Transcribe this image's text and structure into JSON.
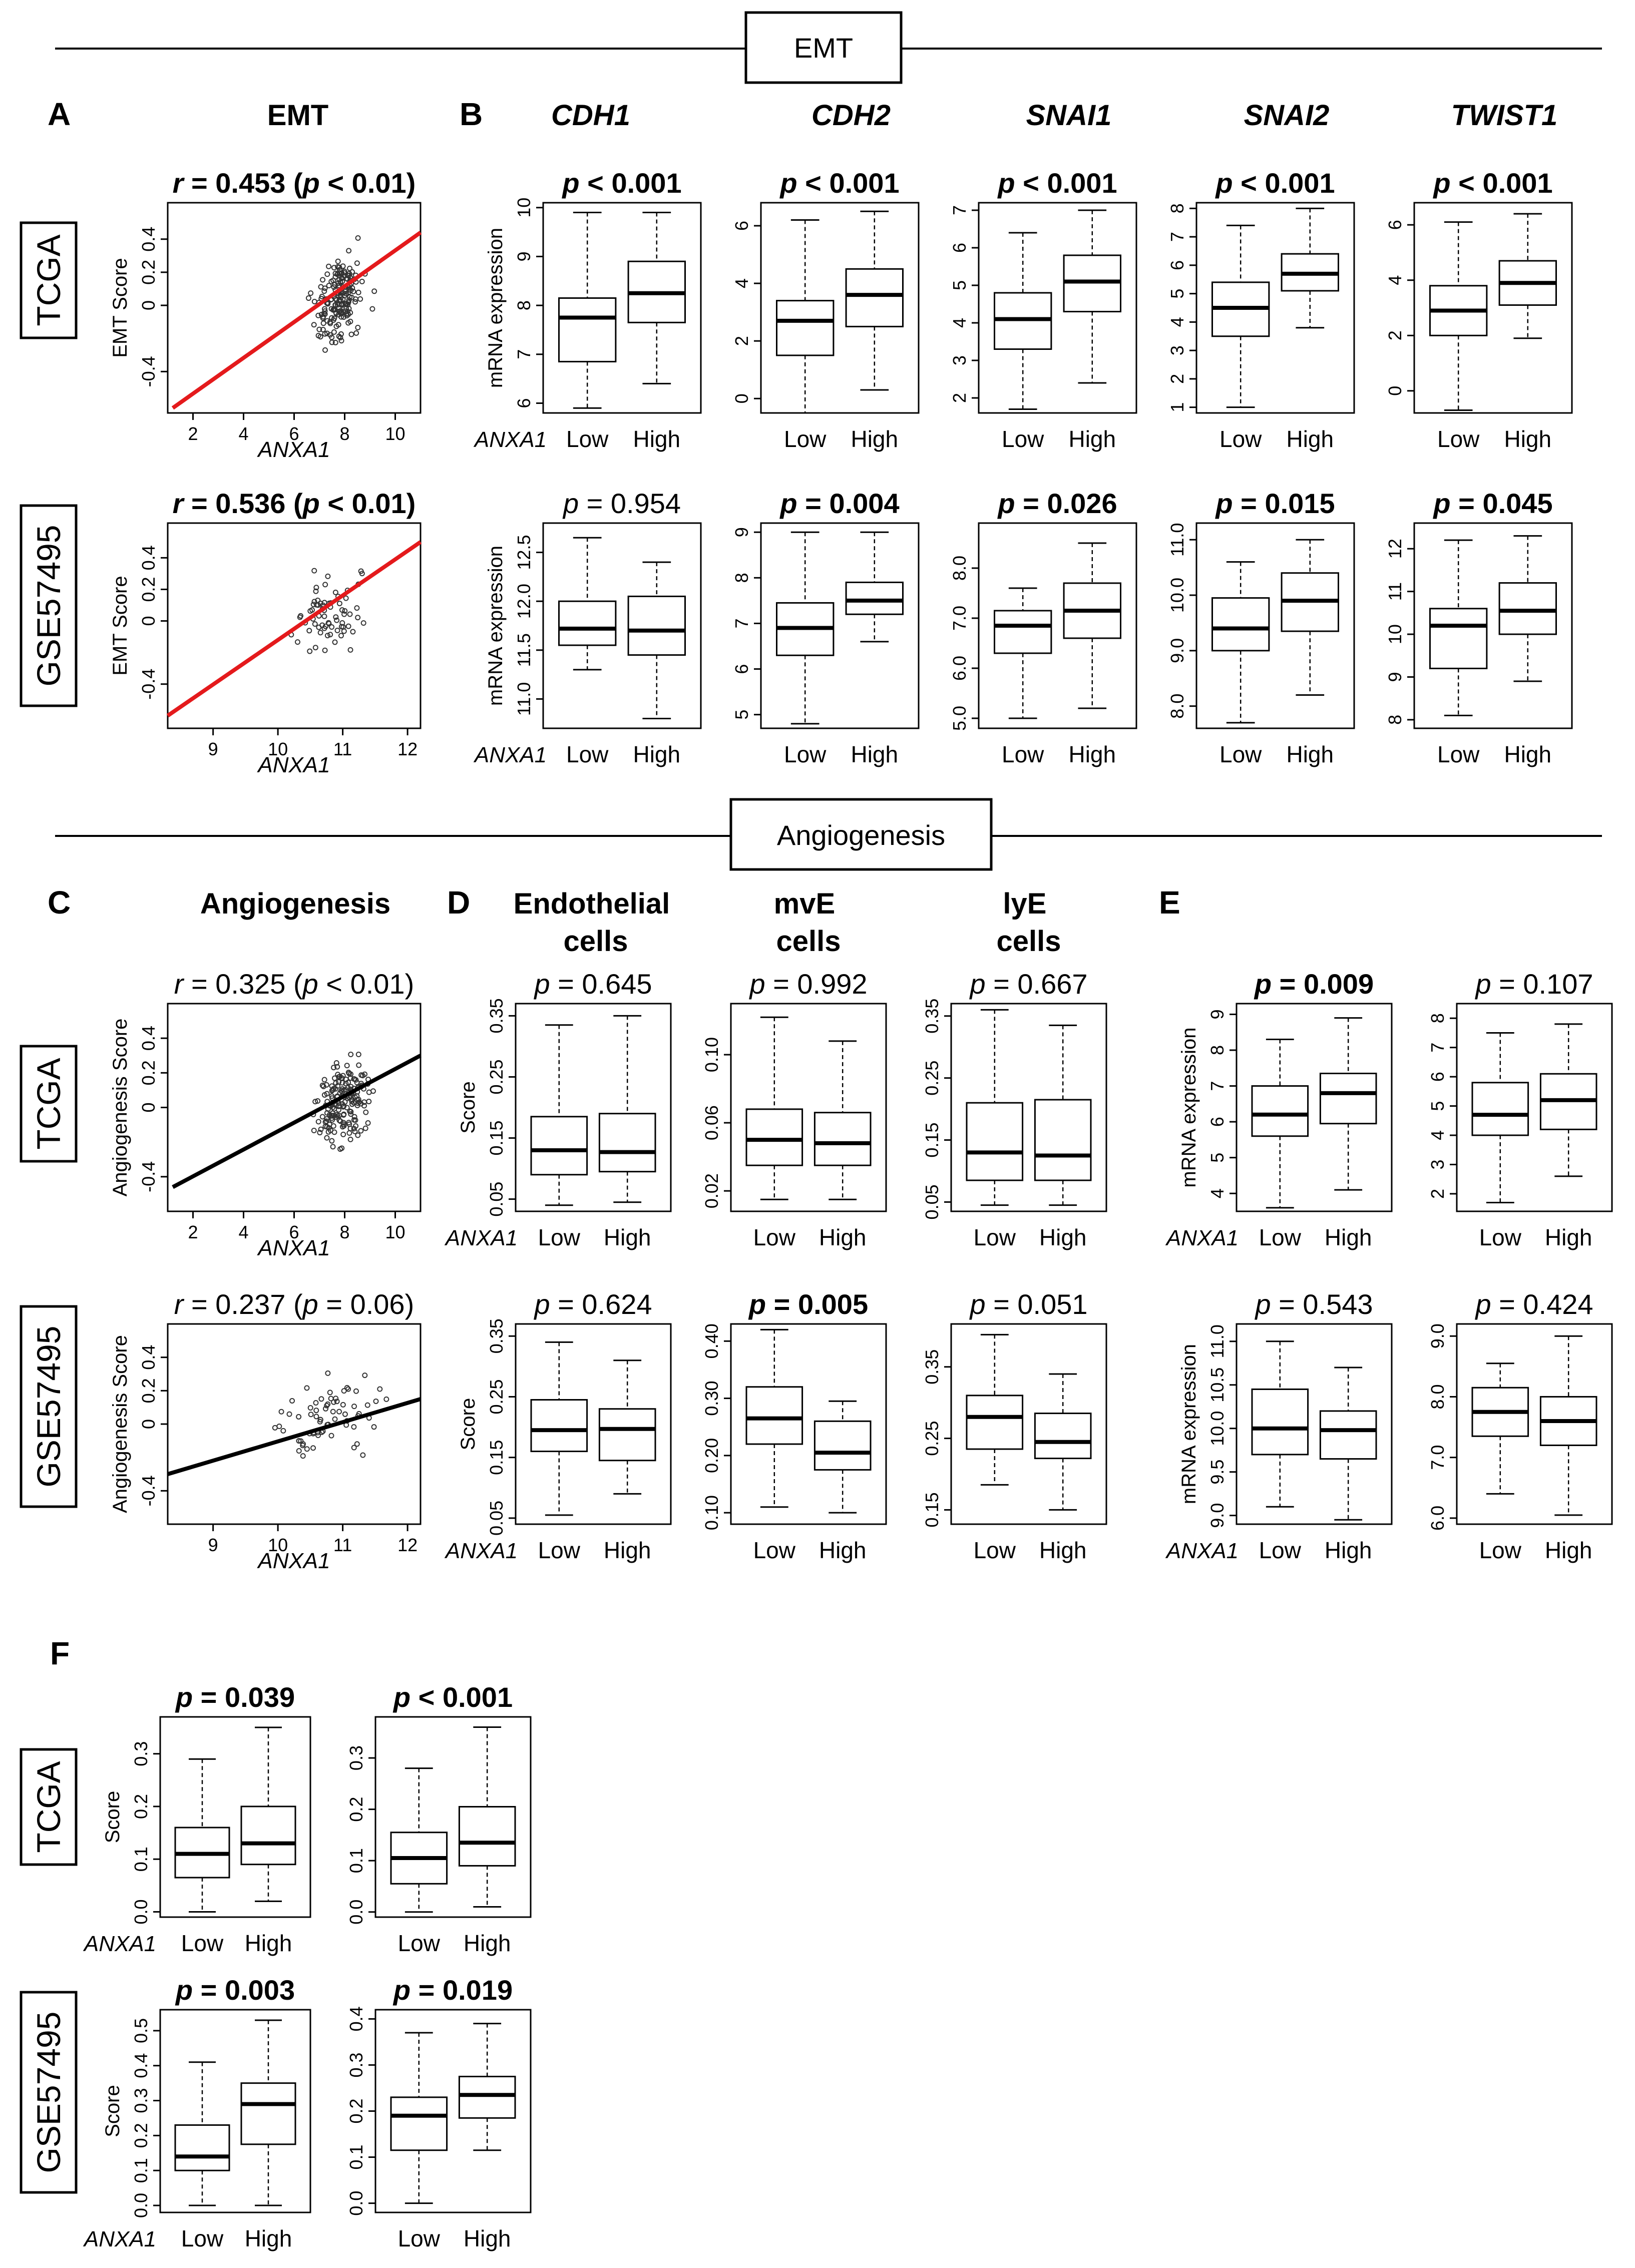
{
  "sections": {
    "emt": "EMT",
    "angiogenesis": "Angiogenesis"
  },
  "panels": {
    "A": "A",
    "B": "B",
    "C": "C",
    "D": "D",
    "E": "E",
    "F": "F"
  },
  "cohorts": {
    "tcga": "TCGA",
    "gse": "GSE57495"
  },
  "group_labels": {
    "anxa1": "ANXA1",
    "low": "Low",
    "high": "High"
  },
  "colors": {
    "emt_fit": "#e41a1c",
    "angio_fit": "#000000",
    "axis": "#000000",
    "box_fill": "#ffffff"
  },
  "chart_data": [
    {
      "id": "A-TCGA",
      "type": "scatter",
      "panel": "A",
      "title": "EMT",
      "stat": "r = 0.453 (p < 0.01)",
      "stat_bold": true,
      "xlabel": "ANXA1",
      "ylabel": "EMT Score",
      "xlim": [
        1,
        11
      ],
      "ylim": [
        -0.65,
        0.62
      ],
      "xticks": [
        2,
        4,
        6,
        8,
        10
      ],
      "yticks": [
        -0.4,
        0.0,
        0.2,
        0.4
      ],
      "fit": [
        [
          1.2,
          -0.62
        ],
        [
          11,
          0.44
        ]
      ],
      "n_points": 180,
      "cloud": {
        "center": [
          7.8,
          0.05
        ],
        "spread": [
          1.0,
          0.25
        ]
      }
    },
    {
      "id": "A-GSE",
      "type": "scatter",
      "panel": "A",
      "stat": "r = 0.536 (p < 0.01)",
      "stat_bold": true,
      "xlabel": "ANXA1",
      "ylabel": "EMT Score",
      "xlim": [
        8.3,
        12.2
      ],
      "ylim": [
        -0.68,
        0.62
      ],
      "xticks": [
        9,
        10,
        11,
        12
      ],
      "yticks": [
        -0.4,
        0.0,
        0.2,
        0.4
      ],
      "fit": [
        [
          8.3,
          -0.6
        ],
        [
          12.2,
          0.5
        ]
      ],
      "n_points": 70,
      "cloud": {
        "center": [
          10.8,
          0.05
        ],
        "spread": [
          0.6,
          0.25
        ]
      }
    },
    {
      "id": "C-TCGA",
      "type": "scatter",
      "panel": "C",
      "title": "Angiogenesis",
      "stat": "r = 0.325 (p < 0.01)",
      "stat_bold": false,
      "xlabel": "ANXA1",
      "ylabel": "Angiogenesis Score",
      "xlim": [
        1,
        11
      ],
      "ylim": [
        -0.6,
        0.6
      ],
      "xticks": [
        2,
        4,
        6,
        8,
        10
      ],
      "yticks": [
        -0.4,
        0.0,
        0.2,
        0.4
      ],
      "fit": [
        [
          1.2,
          -0.46
        ],
        [
          11,
          0.3
        ]
      ],
      "n_points": 180,
      "cloud": {
        "center": [
          8.0,
          0.05
        ],
        "spread": [
          1.0,
          0.25
        ]
      }
    },
    {
      "id": "C-GSE",
      "type": "scatter",
      "panel": "C",
      "stat": "r = 0.237 (p = 0.06)",
      "stat_bold": false,
      "xlabel": "ANXA1",
      "ylabel": "Angiogenesis Score",
      "xlim": [
        8.3,
        12.2
      ],
      "ylim": [
        -0.6,
        0.6
      ],
      "xticks": [
        9,
        10,
        11,
        12
      ],
      "yticks": [
        -0.4,
        0.0,
        0.2,
        0.4
      ],
      "fit": [
        [
          8.3,
          -0.3
        ],
        [
          12.2,
          0.15
        ]
      ],
      "n_points": 70,
      "cloud": {
        "center": [
          10.8,
          0.0
        ],
        "spread": [
          0.7,
          0.25
        ]
      }
    },
    {
      "id": "B-CDH1-T",
      "type": "box",
      "panel": "B",
      "title": "CDH1",
      "stat": "p < 0.001",
      "stat_bold": true,
      "ylabel": "mRNA expression",
      "ylim": [
        5.8,
        10.1
      ],
      "yticks": [
        6,
        7,
        8,
        9,
        10
      ],
      "boxes": [
        {
          "min": 5.9,
          "q1": 6.85,
          "median": 7.75,
          "q3": 8.15,
          "max": 9.9
        },
        {
          "min": 6.4,
          "q1": 7.65,
          "median": 8.25,
          "q3": 8.9,
          "max": 9.9
        }
      ]
    },
    {
      "id": "B-CDH2-T",
      "type": "box",
      "panel": "B",
      "title": "CDH2",
      "stat": "p < 0.001",
      "stat_bold": true,
      "ylim": [
        -0.5,
        6.8
      ],
      "yticks": [
        0,
        2,
        4,
        6
      ],
      "boxes": [
        {
          "min": -0.5,
          "q1": 1.5,
          "median": 2.7,
          "q3": 3.4,
          "max": 6.2
        },
        {
          "min": 0.3,
          "q1": 2.5,
          "median": 3.6,
          "q3": 4.5,
          "max": 6.5
        }
      ]
    },
    {
      "id": "B-SNAI1-T",
      "type": "box",
      "panel": "B",
      "title": "SNAI1",
      "stat": "p < 0.001",
      "stat_bold": true,
      "ylim": [
        1.6,
        7.2
      ],
      "yticks": [
        2,
        3,
        4,
        5,
        6,
        7
      ],
      "boxes": [
        {
          "min": 1.7,
          "q1": 3.3,
          "median": 4.1,
          "q3": 4.8,
          "max": 6.4
        },
        {
          "min": 2.4,
          "q1": 4.3,
          "median": 5.1,
          "q3": 5.8,
          "max": 7.0
        }
      ]
    },
    {
      "id": "B-SNAI2-T",
      "type": "box",
      "panel": "B",
      "title": "SNAI2",
      "stat": "p < 0.001",
      "stat_bold": true,
      "ylim": [
        0.8,
        8.2
      ],
      "yticks": [
        1,
        2,
        3,
        4,
        5,
        6,
        7,
        8
      ],
      "boxes": [
        {
          "min": 1.0,
          "q1": 3.5,
          "median": 4.5,
          "q3": 5.4,
          "max": 7.4
        },
        {
          "min": 3.8,
          "q1": 5.1,
          "median": 5.7,
          "q3": 6.4,
          "max": 8.0
        }
      ]
    },
    {
      "id": "B-TWIST1-T",
      "type": "box",
      "panel": "B",
      "title": "TWIST1",
      "stat": "p < 0.001",
      "stat_bold": true,
      "ylim": [
        -0.8,
        6.8
      ],
      "yticks": [
        0,
        2,
        4,
        6
      ],
      "boxes": [
        {
          "min": -0.7,
          "q1": 2.0,
          "median": 2.9,
          "q3": 3.8,
          "max": 6.1
        },
        {
          "min": 1.9,
          "q1": 3.1,
          "median": 3.9,
          "q3": 4.7,
          "max": 6.4
        }
      ]
    },
    {
      "id": "B-CDH1-G",
      "type": "box",
      "panel": "B",
      "stat": "p = 0.954",
      "stat_bold": false,
      "ylabel": "mRNA expression",
      "ylim": [
        10.7,
        12.8
      ],
      "yticks": [
        11.0,
        11.5,
        12.0,
        12.5
      ],
      "yticklabels": [
        "11.0",
        "11.5",
        "12.0",
        "12.5"
      ],
      "boxes": [
        {
          "min": 11.3,
          "q1": 11.55,
          "median": 11.72,
          "q3": 12.0,
          "max": 12.65
        },
        {
          "min": 10.8,
          "q1": 11.45,
          "median": 11.7,
          "q3": 12.05,
          "max": 12.4
        }
      ]
    },
    {
      "id": "B-CDH2-G",
      "type": "box",
      "panel": "B",
      "stat": "p = 0.004",
      "stat_bold": true,
      "ylim": [
        4.7,
        9.2
      ],
      "yticks": [
        5,
        6,
        7,
        8,
        9
      ],
      "boxes": [
        {
          "min": 4.8,
          "q1": 6.3,
          "median": 6.9,
          "q3": 7.45,
          "max": 9.0
        },
        {
          "min": 6.6,
          "q1": 7.2,
          "median": 7.5,
          "q3": 7.9,
          "max": 9.0
        }
      ]
    },
    {
      "id": "B-SNAI1-G",
      "type": "box",
      "panel": "B",
      "stat": "p = 0.026",
      "stat_bold": true,
      "ylim": [
        4.8,
        8.9
      ],
      "yticks": [
        5.0,
        6.0,
        7.0,
        8.0
      ],
      "yticklabels": [
        "5.0",
        "6.0",
        "7.0",
        "8.0"
      ],
      "boxes": [
        {
          "min": 5.0,
          "q1": 6.3,
          "median": 6.85,
          "q3": 7.15,
          "max": 7.6
        },
        {
          "min": 5.2,
          "q1": 6.6,
          "median": 7.15,
          "q3": 7.7,
          "max": 8.5
        }
      ]
    },
    {
      "id": "B-SNAI2-G",
      "type": "box",
      "panel": "B",
      "stat": "p = 0.015",
      "stat_bold": true,
      "ylim": [
        7.6,
        11.3
      ],
      "yticks": [
        8.0,
        9.0,
        10.0,
        11.0
      ],
      "yticklabels": [
        "8.0",
        "9.0",
        "10.0",
        "11.0"
      ],
      "boxes": [
        {
          "min": 7.7,
          "q1": 9.0,
          "median": 9.4,
          "q3": 9.95,
          "max": 10.6
        },
        {
          "min": 8.2,
          "q1": 9.35,
          "median": 9.9,
          "q3": 10.4,
          "max": 11.0
        }
      ]
    },
    {
      "id": "B-TWIST1-G",
      "type": "box",
      "panel": "B",
      "stat": "p = 0.045",
      "stat_bold": true,
      "ylim": [
        7.8,
        12.6
      ],
      "yticks": [
        8,
        9,
        10,
        11,
        12
      ],
      "boxes": [
        {
          "min": 8.1,
          "q1": 9.2,
          "median": 10.2,
          "q3": 10.6,
          "max": 12.2
        },
        {
          "min": 8.9,
          "q1": 10.0,
          "median": 10.55,
          "q3": 11.2,
          "max": 12.3
        }
      ]
    },
    {
      "id": "D-Endo-T",
      "type": "box",
      "panel": "D",
      "title": "Endothelial cells",
      "stat": "p = 0.645",
      "stat_bold": false,
      "ylabel": "Score",
      "ylim": [
        0.03,
        0.37
      ],
      "yticks": [
        0.05,
        0.15,
        0.25,
        0.35
      ],
      "yticklabels": [
        "0.05",
        "0.15",
        "0.25",
        "0.35"
      ],
      "boxes": [
        {
          "min": 0.04,
          "q1": 0.09,
          "median": 0.13,
          "q3": 0.185,
          "max": 0.335
        },
        {
          "min": 0.045,
          "q1": 0.095,
          "median": 0.127,
          "q3": 0.19,
          "max": 0.35
        }
      ]
    },
    {
      "id": "D-mvE-T",
      "type": "box",
      "panel": "D",
      "title": "mvE cells",
      "stat": "p = 0.992",
      "stat_bold": false,
      "ylim": [
        0.008,
        0.13
      ],
      "yticks": [
        0.02,
        0.06,
        0.1
      ],
      "yticklabels": [
        "0.02",
        "0.06",
        "0.10"
      ],
      "boxes": [
        {
          "min": 0.015,
          "q1": 0.035,
          "median": 0.05,
          "q3": 0.068,
          "max": 0.122
        },
        {
          "min": 0.015,
          "q1": 0.035,
          "median": 0.048,
          "q3": 0.066,
          "max": 0.108
        }
      ]
    },
    {
      "id": "D-lyE-T",
      "type": "box",
      "panel": "D",
      "title": "lyE cells",
      "stat": "p = 0.667",
      "stat_bold": false,
      "ylim": [
        0.035,
        0.37
      ],
      "yticks": [
        0.05,
        0.15,
        0.25,
        0.35
      ],
      "yticklabels": [
        "0.05",
        "0.15",
        "0.25",
        "0.35"
      ],
      "boxes": [
        {
          "min": 0.045,
          "q1": 0.085,
          "median": 0.13,
          "q3": 0.21,
          "max": 0.36
        },
        {
          "min": 0.045,
          "q1": 0.085,
          "median": 0.125,
          "q3": 0.215,
          "max": 0.335
        }
      ]
    },
    {
      "id": "D-Endo-G",
      "type": "box",
      "panel": "D",
      "stat": "p = 0.624",
      "stat_bold": false,
      "ylabel": "Score",
      "ylim": [
        0.04,
        0.37
      ],
      "yticks": [
        0.05,
        0.15,
        0.25,
        0.35
      ],
      "yticklabels": [
        "0.05",
        "0.15",
        "0.25",
        "0.35"
      ],
      "boxes": [
        {
          "min": 0.055,
          "q1": 0.16,
          "median": 0.195,
          "q3": 0.245,
          "max": 0.34
        },
        {
          "min": 0.09,
          "q1": 0.145,
          "median": 0.197,
          "q3": 0.23,
          "max": 0.31
        }
      ]
    },
    {
      "id": "D-mvE-G",
      "type": "box",
      "panel": "D",
      "stat": "p = 0.005",
      "stat_bold": true,
      "ylim": [
        0.08,
        0.43
      ],
      "yticks": [
        0.1,
        0.2,
        0.3,
        0.4
      ],
      "yticklabels": [
        "0.10",
        "0.20",
        "0.30",
        "0.40"
      ],
      "boxes": [
        {
          "min": 0.11,
          "q1": 0.22,
          "median": 0.265,
          "q3": 0.32,
          "max": 0.42
        },
        {
          "min": 0.1,
          "q1": 0.175,
          "median": 0.205,
          "q3": 0.26,
          "max": 0.295
        }
      ]
    },
    {
      "id": "D-lyE-G",
      "type": "box",
      "panel": "D",
      "stat": "p = 0.051",
      "stat_bold": false,
      "ylim": [
        0.13,
        0.41
      ],
      "yticks": [
        0.15,
        0.25,
        0.35
      ],
      "yticklabels": [
        "0.15",
        "0.25",
        "0.35"
      ],
      "boxes": [
        {
          "min": 0.185,
          "q1": 0.235,
          "median": 0.28,
          "q3": 0.31,
          "max": 0.395
        },
        {
          "min": 0.15,
          "q1": 0.222,
          "median": 0.245,
          "q3": 0.285,
          "max": 0.34
        }
      ]
    },
    {
      "id": "E-PECAM1-T",
      "type": "box",
      "panel": "E",
      "title": "PECAM1",
      "stat": "p = 0.009",
      "stat_bold": true,
      "ylabel": "mRNA expression",
      "ylim": [
        3.5,
        9.3
      ],
      "yticks": [
        4,
        5,
        6,
        7,
        8,
        9
      ],
      "boxes": [
        {
          "min": 3.6,
          "q1": 5.6,
          "median": 6.2,
          "q3": 7.0,
          "max": 8.3
        },
        {
          "min": 4.1,
          "q1": 5.95,
          "median": 6.8,
          "q3": 7.35,
          "max": 8.9
        }
      ]
    },
    {
      "id": "E-S1PR1-T",
      "type": "box",
      "panel": "E",
      "title": "S1PR1",
      "stat": "p = 0.107",
      "stat_bold": false,
      "ylim": [
        1.4,
        8.5
      ],
      "yticks": [
        2,
        3,
        4,
        5,
        6,
        7,
        8
      ],
      "boxes": [
        {
          "min": 1.7,
          "q1": 4.0,
          "median": 4.7,
          "q3": 5.8,
          "max": 7.5
        },
        {
          "min": 2.6,
          "q1": 4.2,
          "median": 5.2,
          "q3": 6.1,
          "max": 7.8
        }
      ]
    },
    {
      "id": "E-PECAM1-G",
      "type": "box",
      "panel": "E",
      "stat": "p = 0.543",
      "stat_bold": false,
      "ylabel": "mRNA expression",
      "ylim": [
        8.9,
        11.2
      ],
      "yticks": [
        9.0,
        9.5,
        10.0,
        10.5,
        11.0
      ],
      "yticklabels": [
        "9.0",
        "9.5",
        "10.0",
        "10.5",
        "11.0"
      ],
      "boxes": [
        {
          "min": 9.1,
          "q1": 9.7,
          "median": 10.0,
          "q3": 10.45,
          "max": 11.0
        },
        {
          "min": 8.95,
          "q1": 9.65,
          "median": 9.98,
          "q3": 10.2,
          "max": 10.7
        }
      ]
    },
    {
      "id": "E-S1PR1-G",
      "type": "box",
      "panel": "E",
      "stat": "p = 0.424",
      "stat_bold": false,
      "ylim": [
        5.9,
        9.2
      ],
      "yticks": [
        6.0,
        7.0,
        8.0,
        9.0
      ],
      "yticklabels": [
        "6.0",
        "7.0",
        "8.0",
        "9.0"
      ],
      "boxes": [
        {
          "min": 6.4,
          "q1": 7.35,
          "median": 7.75,
          "q3": 8.15,
          "max": 8.55
        },
        {
          "min": 6.05,
          "q1": 7.2,
          "median": 7.6,
          "q3": 8.0,
          "max": 9.0
        }
      ]
    },
    {
      "id": "F-Fibro-T",
      "type": "box",
      "panel": "F",
      "title": "Fibroblasts",
      "stat": "p = 0.039",
      "stat_bold": true,
      "ylabel": "Score",
      "ylim": [
        -0.01,
        0.37
      ],
      "yticks": [
        0.0,
        0.1,
        0.2,
        0.3
      ],
      "yticklabels": [
        "0.0",
        "0.1",
        "0.2",
        "0.3"
      ],
      "boxes": [
        {
          "min": 0.0,
          "q1": 0.065,
          "median": 0.11,
          "q3": 0.16,
          "max": 0.29
        },
        {
          "min": 0.02,
          "q1": 0.09,
          "median": 0.13,
          "q3": 0.2,
          "max": 0.35
        }
      ]
    },
    {
      "id": "F-Kera-T",
      "type": "box",
      "panel": "F",
      "title": "Keratinocytes",
      "stat": "p < 0.001",
      "stat_bold": true,
      "ylim": [
        -0.01,
        0.38
      ],
      "yticks": [
        0.0,
        0.1,
        0.2,
        0.3
      ],
      "yticklabels": [
        "0.0",
        "0.1",
        "0.2",
        "0.3"
      ],
      "boxes": [
        {
          "min": 0.0,
          "q1": 0.055,
          "median": 0.105,
          "q3": 0.155,
          "max": 0.28
        },
        {
          "min": 0.01,
          "q1": 0.09,
          "median": 0.135,
          "q3": 0.205,
          "max": 0.36
        }
      ]
    },
    {
      "id": "F-Fibro-G",
      "type": "box",
      "panel": "F",
      "stat": "p = 0.003",
      "stat_bold": true,
      "ylabel": "Score",
      "ylim": [
        -0.02,
        0.56
      ],
      "yticks": [
        0.0,
        0.1,
        0.2,
        0.3,
        0.4,
        0.5
      ],
      "yticklabels": [
        "0.0",
        "0.1",
        "0.2",
        "0.3",
        "0.4",
        "0.5"
      ],
      "boxes": [
        {
          "min": 0.0,
          "q1": 0.1,
          "median": 0.14,
          "q3": 0.23,
          "max": 0.41
        },
        {
          "min": 0.0,
          "q1": 0.175,
          "median": 0.29,
          "q3": 0.35,
          "max": 0.53
        }
      ]
    },
    {
      "id": "F-Kera-G",
      "type": "box",
      "panel": "F",
      "stat": "p = 0.019",
      "stat_bold": true,
      "ylim": [
        -0.02,
        0.42
      ],
      "yticks": [
        0.0,
        0.1,
        0.2,
        0.3,
        0.4
      ],
      "yticklabels": [
        "0.0",
        "0.1",
        "0.2",
        "0.3",
        "0.4"
      ],
      "boxes": [
        {
          "min": 0.0,
          "q1": 0.115,
          "median": 0.19,
          "q3": 0.23,
          "max": 0.37
        },
        {
          "min": 0.115,
          "q1": 0.185,
          "median": 0.235,
          "q3": 0.275,
          "max": 0.39
        }
      ]
    }
  ]
}
